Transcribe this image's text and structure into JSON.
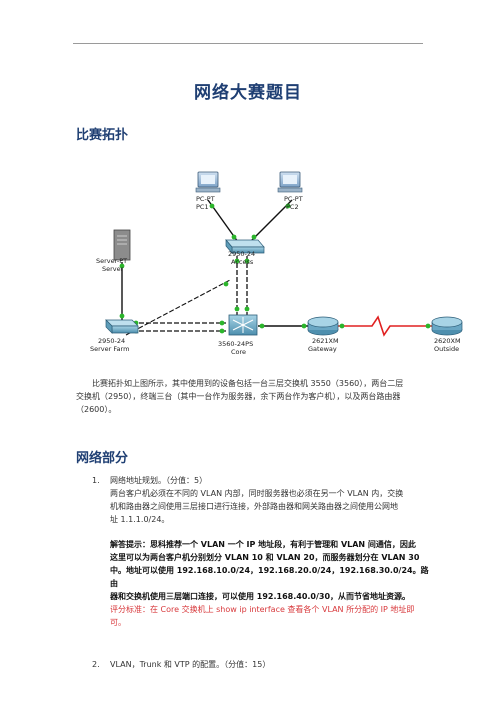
{
  "title": "网络大赛题目",
  "section_topology": "比赛拓扑",
  "topology": {
    "pc1_type": "PC-PT",
    "pc1_name": "PC1",
    "pc2_type": "PC-PT",
    "pc2_name": "PC2",
    "access_type": "2950-24",
    "access_name": "Access",
    "server_type": "Server-PT",
    "server_name": "Server",
    "serverfarm_type": "2950-24",
    "serverfarm_name": "Server Farm",
    "core_type": "3560-24PS",
    "core_name": "Core",
    "gateway_type": "2621XM",
    "gateway_name": "Gateway",
    "outside_type": "2620XM",
    "outside_name": "Outside"
  },
  "topology_desc": [
    "比赛拓扑如上图所示，其中使用到的设备包括一台三层交换机 3550（3560），两台二层",
    "交换机（2950），终端三台（其中一台作为服务器，余下两台作为客户机），以及两台路由器",
    "（2600）。"
  ],
  "section_network": "网络部分",
  "q1": {
    "number": "1.",
    "title": "网络地址规划。（分值：5）",
    "lines": [
      "两台客户机必须在不同的 VLAN 内部，同时服务器也必须在另一个 VLAN 内，交换",
      "机和路由器之间使用三层接口进行连接，外部路由器和网关路由器之间使用公网地",
      "址 1.1.1.0/24。"
    ],
    "answer_lines": [
      "解答提示：思科推荐一个 VLAN 一个 IP 地址段，有利于管理和 VLAN 间通信，因此",
      "这里可以为两台客户机分别划分 VLAN 10 和 VLAN 20，而服务器划分在 VLAN 30",
      "中。地址可以使用 192.168.10.0/24，192.168.20.0/24，192.168.30.0/24。路由",
      "器和交换机使用三层端口连接，可以使用 192.168.40.0/30，从而节省地址资源。"
    ],
    "grading": "评分标准：在 Core 交换机上 show ip interface 查看各个 VLAN 所分配的 IP 地址即可。"
  },
  "q2": {
    "number": "2.",
    "title": "VLAN，Trunk 和 VTP 的配置。（分值：15）"
  },
  "colors": {
    "heading": "#1f3f73",
    "link_up": "#2bb52b",
    "serial": "#e02020",
    "grading": "#d8393c"
  }
}
